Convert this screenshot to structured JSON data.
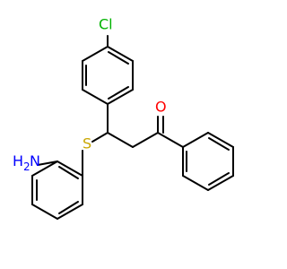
{
  "molecule": {
    "atoms": {
      "cl": "Cl",
      "o": "O",
      "s": "S",
      "n": "N",
      "h2": "H",
      "h2_sub": "2"
    },
    "colors": {
      "carbon": "#000000",
      "chlorine": "#00b300",
      "oxygen": "#ff0000",
      "sulfur": "#c9a600",
      "nitrogen": "#0000ff"
    }
  }
}
